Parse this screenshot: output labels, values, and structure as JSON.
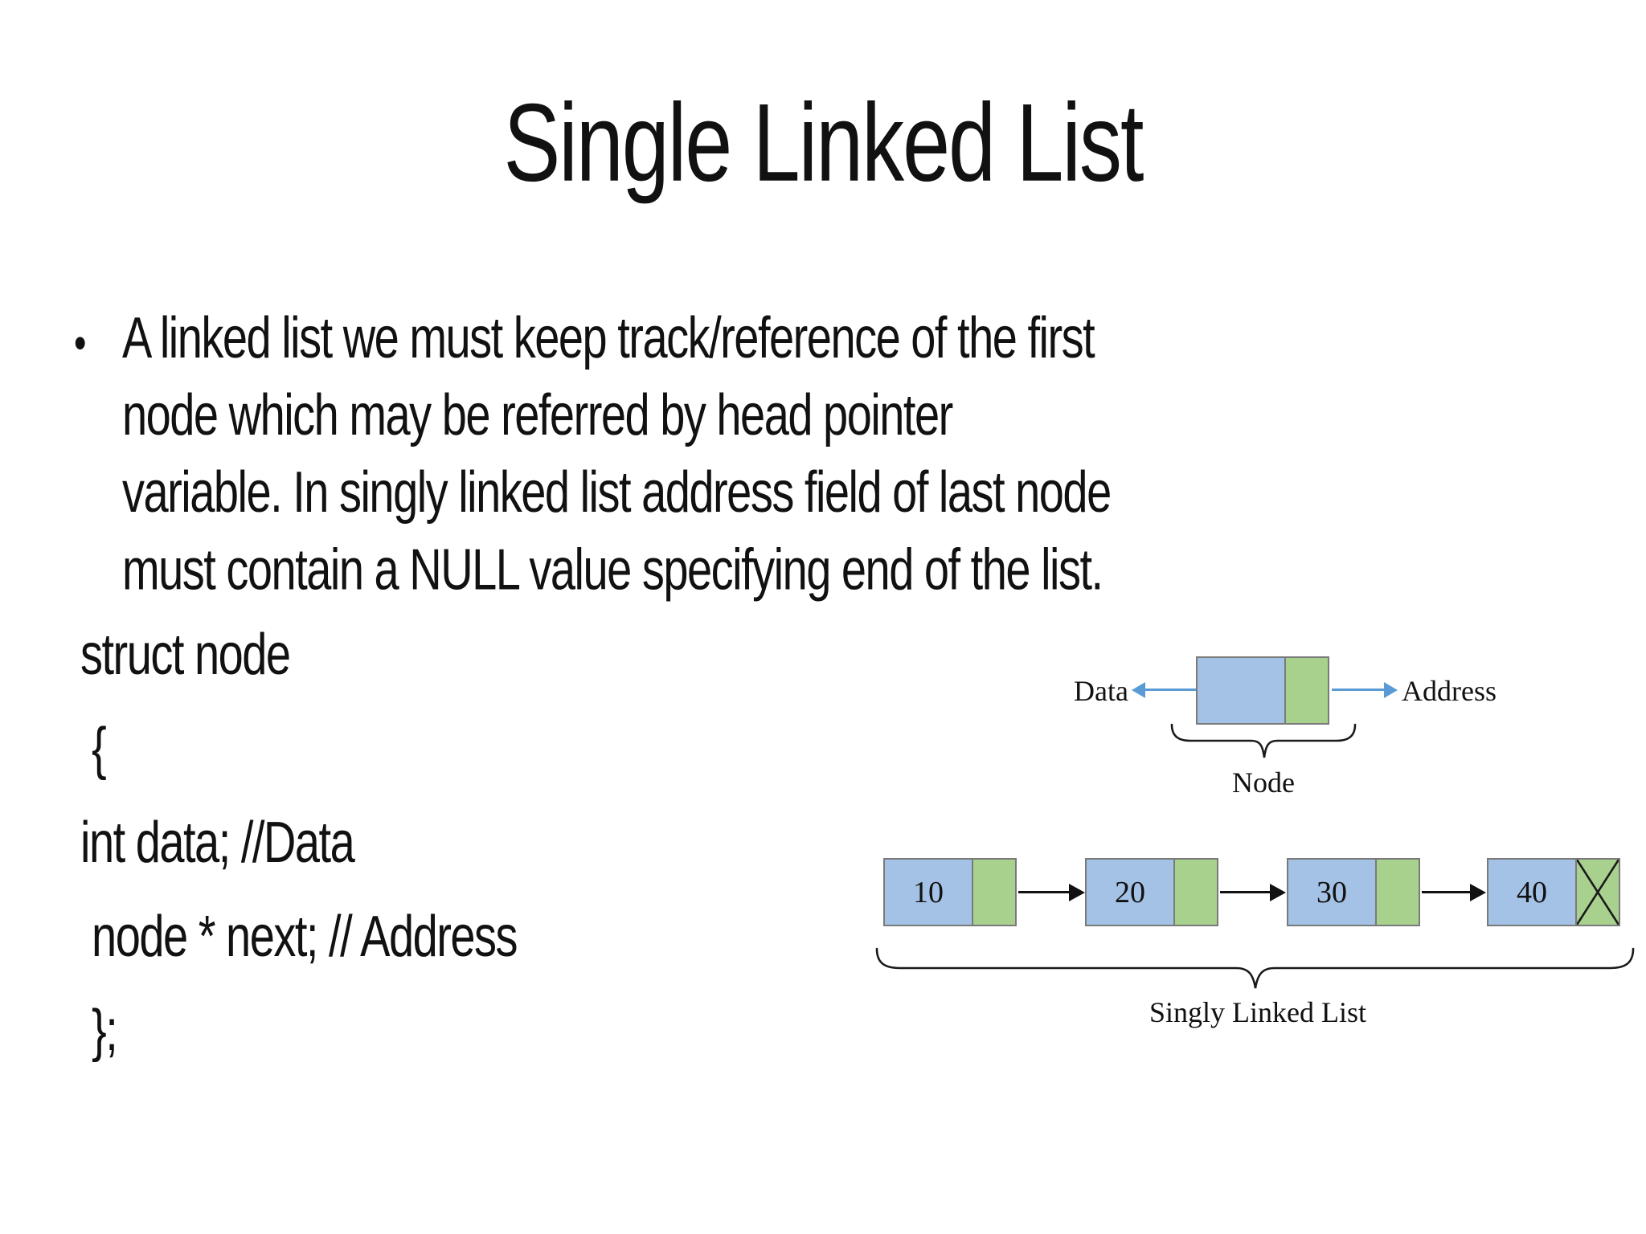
{
  "slide": {
    "title": "Single Linked List",
    "bullet_marker": "•",
    "bullet_text": "A linked list we must keep track/reference of the first\nnode which may be referred by head pointer\nvariable. In singly linked list address field of last node\nmust contain a NULL value specifying end of the list.",
    "code_block": "struct node\n {\nint data; //Data\n node * next; // Address\n };"
  },
  "node_diagram": {
    "data_label": "Data",
    "address_label": "Address",
    "node_label": "Node"
  },
  "list_diagram": {
    "nodes": [
      {
        "value": "10"
      },
      {
        "value": "20"
      },
      {
        "value": "30"
      },
      {
        "value": "40"
      }
    ],
    "caption": "Singly Linked List"
  },
  "colors": {
    "data_field_fill": "#A4C2E5",
    "pointer_field_fill": "#A9D18E",
    "box_border": "#7A7A7A",
    "diagram_arrow_blue": "#5B9BD5",
    "text": "#111111"
  }
}
